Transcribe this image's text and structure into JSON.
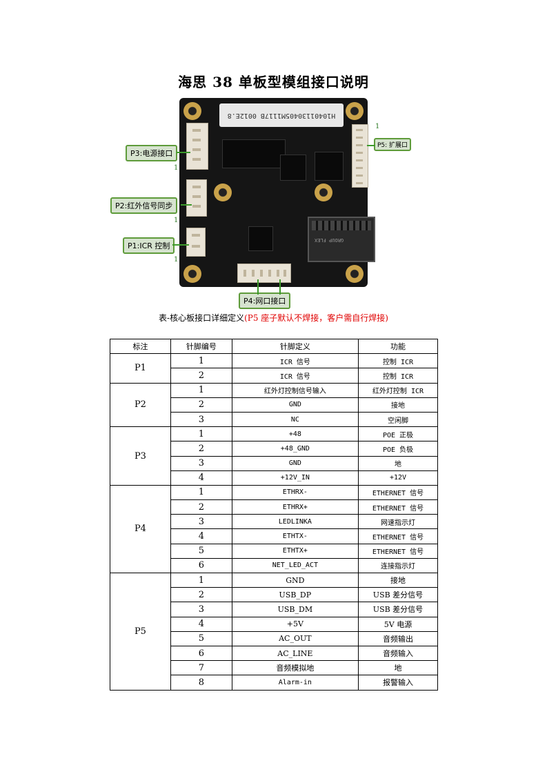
{
  "title": "海思 38 单板型模组接口说明",
  "board": {
    "chip_marking": "H10401130405M1117B 0012E.8",
    "eth_marking": "GROUP FLEX",
    "callouts": {
      "p3": "P3:电源接口",
      "p2": "P2:红外信号同步",
      "p1": "P1:ICR 控制",
      "p5": "P5: 扩展口",
      "p4": "P4:网口接口"
    },
    "pin1_marker": "1"
  },
  "caption": {
    "main": "表-核心板接口详细定义",
    "note": "(P5 座子默认不焊接，客户需自行焊接)"
  },
  "table": {
    "headers": [
      "标注",
      "针脚编号",
      "针脚定义",
      "功能"
    ],
    "groups": [
      {
        "label": "P1",
        "rows": [
          {
            "pin": "1",
            "def": "ICR 信号",
            "func": "控制 ICR"
          },
          {
            "pin": "2",
            "def": "ICR 信号",
            "func": "控制 ICR"
          }
        ]
      },
      {
        "label": "P2",
        "rows": [
          {
            "pin": "1",
            "def": "红外灯控制信号输入",
            "func": "红外灯控制 ICR"
          },
          {
            "pin": "2",
            "def": "GND",
            "func": "接地"
          },
          {
            "pin": "3",
            "def": "NC",
            "func": "空闲脚"
          }
        ]
      },
      {
        "label": "P3",
        "rows": [
          {
            "pin": "1",
            "def": "+48",
            "func": "POE 正极"
          },
          {
            "pin": "2",
            "def": "+48_GND",
            "func": "POE 负极"
          },
          {
            "pin": "3",
            "def": "GND",
            "func": "地"
          },
          {
            "pin": "4",
            "def": "+12V_IN",
            "func": "+12V"
          }
        ]
      },
      {
        "label": "P4",
        "rows": [
          {
            "pin": "1",
            "def": "ETHRX-",
            "func": "ETHERNET 信号"
          },
          {
            "pin": "2",
            "def": "ETHRX+",
            "func": "ETHERNET 信号"
          },
          {
            "pin": "3",
            "def": "LEDLINKA",
            "func": "网速指示灯"
          },
          {
            "pin": "4",
            "def": "ETHTX-",
            "func": "ETHERNET 信号"
          },
          {
            "pin": "5",
            "def": "ETHTX+",
            "func": "ETHERNET 信号"
          },
          {
            "pin": "6",
            "def": "NET_LED_ACT",
            "func": "连接指示灯"
          }
        ]
      },
      {
        "label": "P5",
        "rows": [
          {
            "pin": "1",
            "def": "GND",
            "func": "接地"
          },
          {
            "pin": "2",
            "def": "USB_DP",
            "func": "USB 差分信号"
          },
          {
            "pin": "3",
            "def": "USB_DM",
            "func": "USB 差分信号"
          },
          {
            "pin": "4",
            "def": "+5V",
            "func": "5V 电源"
          },
          {
            "pin": "5",
            "def": "AC_OUT",
            "func": "音频输出"
          },
          {
            "pin": "6",
            "def": "AC_LINE",
            "func": "音频输入"
          },
          {
            "pin": "7",
            "def": "音频模拟地",
            "func": "地"
          },
          {
            "pin": "8",
            "def": "Alarm-in",
            "func": "报警输入"
          }
        ]
      }
    ]
  }
}
